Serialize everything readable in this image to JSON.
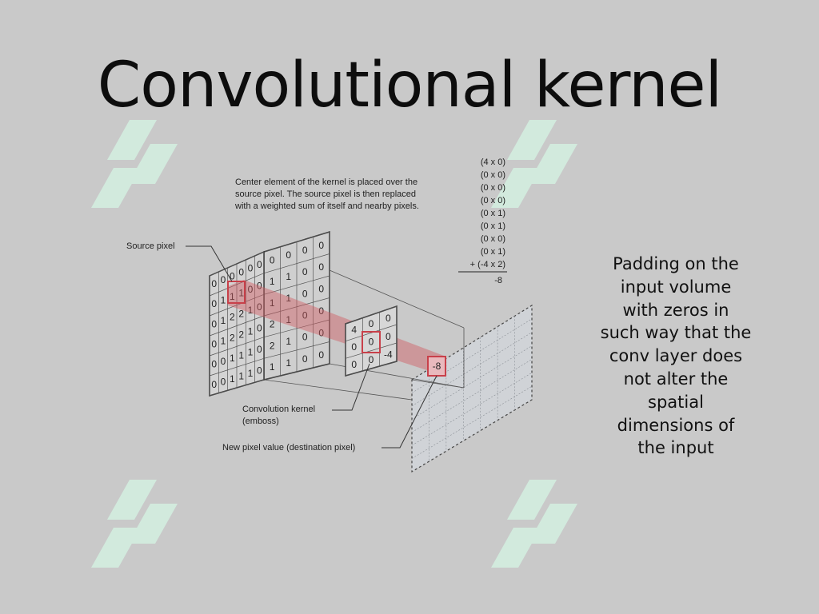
{
  "title": "Convolutional kernel",
  "description": {
    "lines": [
      "Padding on the",
      "input volume",
      "with zeros in",
      "such way that the",
      "conv layer does",
      "not alter the",
      "spatial",
      "dimensions of",
      "the input"
    ]
  },
  "figure": {
    "caption_lines": [
      "Center element of the kernel is placed over the",
      "source pixel. The source pixel is then replaced",
      "with a weighted sum of itself and nearby pixels."
    ],
    "calculation": [
      "(4 x 0)",
      "(0 x 0)",
      "(0 x 0)",
      "(0 x 0)",
      "(0 x 1)",
      "(0 x 1)",
      "(0 x 0)",
      "(0 x 1)",
      "+ (-4 x 2)"
    ],
    "result": "-8",
    "labels": {
      "source_pixel": "Source pixel",
      "kernel_line1": "Convolution kernel",
      "kernel_line2": "(emboss)",
      "new_pixel": "New pixel value (destination pixel)"
    },
    "source_matrix": [
      [
        "0",
        "0",
        "0",
        "0",
        "0",
        "0"
      ],
      [
        "0",
        "1",
        "1",
        "1",
        "0",
        "0"
      ],
      [
        "0",
        "1",
        "2",
        "2",
        "1",
        "0"
      ],
      [
        "0",
        "1",
        "2",
        "2",
        "1",
        "0"
      ],
      [
        "0",
        "0",
        "1",
        "1",
        "1",
        "0"
      ],
      [
        "0",
        "0",
        "1",
        "1",
        "1",
        "0"
      ]
    ],
    "back_matrix": [
      [
        "0",
        "0",
        "0",
        "0"
      ],
      [
        "1",
        "1",
        "0",
        "0"
      ],
      [
        "1",
        "1",
        "0",
        "0"
      ],
      [
        "2",
        "1",
        "0",
        "0"
      ],
      [
        "2",
        "1",
        "0",
        "0"
      ],
      [
        "1",
        "1",
        "0",
        "0"
      ]
    ],
    "kernel": [
      [
        "4",
        "0",
        "0"
      ],
      [
        "0",
        "0",
        "0"
      ],
      [
        "0",
        "0",
        "-4"
      ]
    ],
    "output_value": "-8"
  },
  "colors": {
    "highlight": "#c8404a",
    "watermark": "#d6efe2"
  }
}
